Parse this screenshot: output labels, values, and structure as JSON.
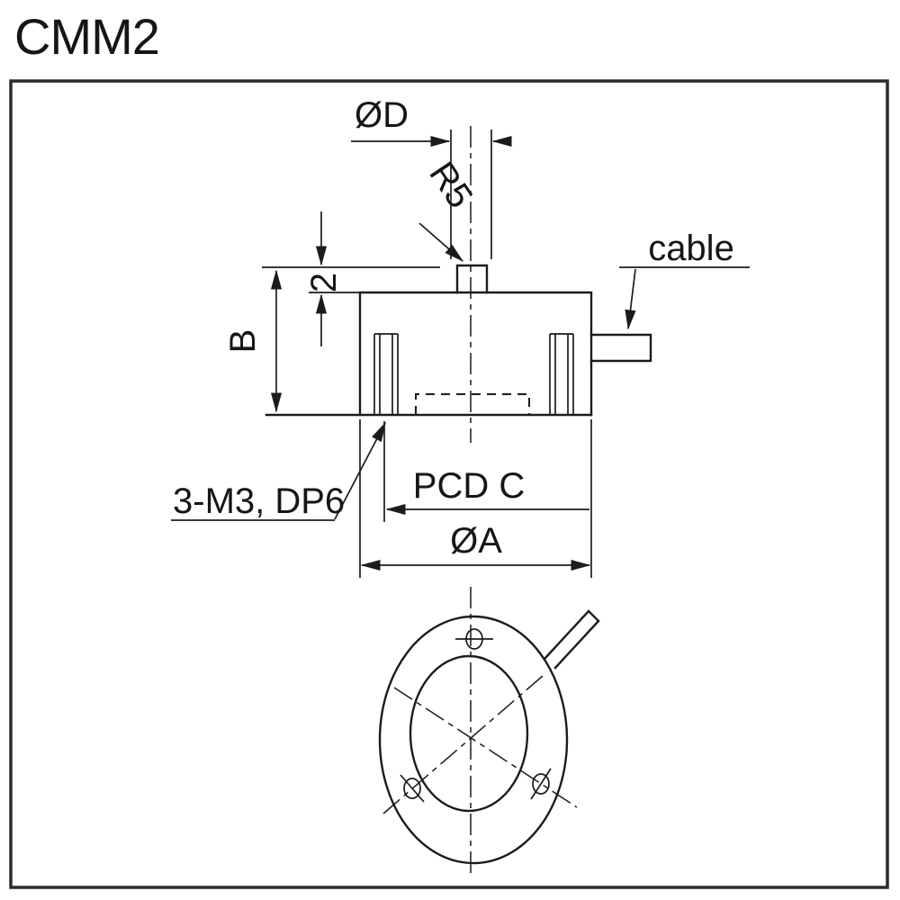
{
  "title": "CMM2",
  "colors": {
    "line": "#1c1c1c",
    "frame": "#2b2b2b",
    "background": "#ffffff"
  },
  "side_view": {
    "labels": {
      "boss_diameter": "ØD",
      "boss_radius": "R5",
      "cable": "cable",
      "plate_thickness": "2",
      "body_height": "B",
      "pitch_circle": "PCD C",
      "outer_diameter": "ØA",
      "tapped_holes": "3-M3, DP6"
    }
  }
}
